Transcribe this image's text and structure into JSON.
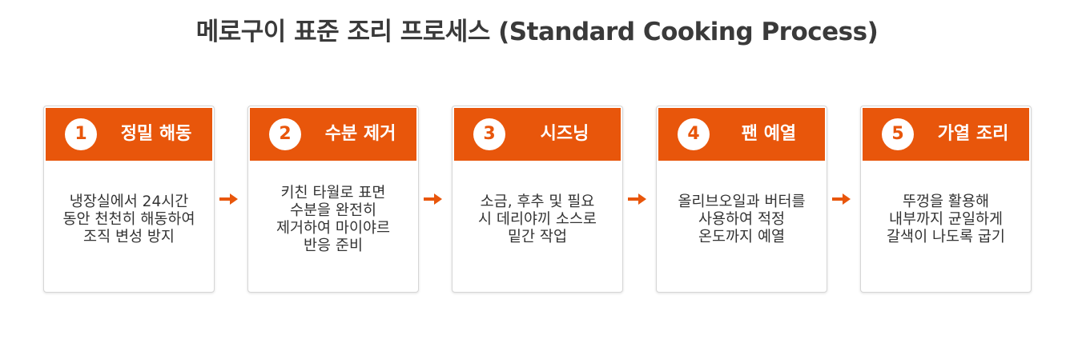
{
  "title": "메로구이 표준 조리 프로세스 (Standard Cooking Process)",
  "colors": {
    "accent": "#e8560b",
    "card_border": "#d6d6d6",
    "title_text": "#3a3a3a",
    "body_text": "#333333"
  },
  "steps": [
    {
      "number": "1",
      "label": "정밀 해동",
      "description": "냉장실에서 24시간\n동안 천천히 해동하여\n조직 변성 방지"
    },
    {
      "number": "2",
      "label": "수분 제거",
      "description": "키친 타월로 표면\n수분을 완전히\n제거하여 마이야르\n반응 준비"
    },
    {
      "number": "3",
      "label": "시즈닝",
      "description": "소금, 후추 및 필요\n시 데리야끼 소스로\n밑간 작업"
    },
    {
      "number": "4",
      "label": "팬 예열",
      "description": "올리브오일과 버터를\n사용하여 적정\n온도까지 예열"
    },
    {
      "number": "5",
      "label": "가열 조리",
      "description": "뚜껑을 활용해\n내부까지 균일하게\n갈색이 나도록 굽기"
    }
  ],
  "connector_icon": "arrow-right-icon"
}
